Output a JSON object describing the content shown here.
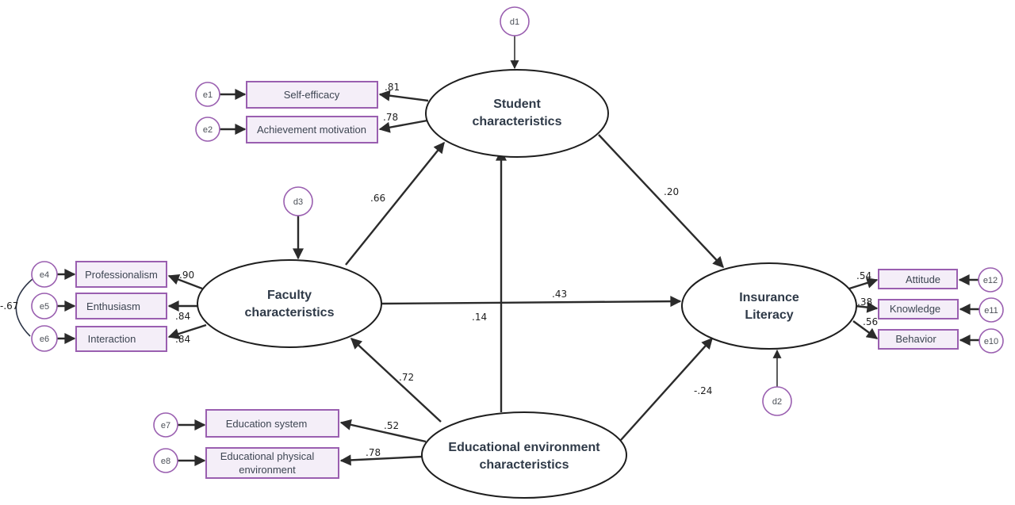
{
  "colors": {
    "observed_fill": "#f4eef8",
    "observed_stroke": "#9a5fb0",
    "error_stroke": "#9a5fb0",
    "latent_stroke": "#1e1e1e",
    "latent_text": "#2f3a48",
    "path": "#2b2b2b"
  },
  "latents": {
    "student": {
      "line1": "Student",
      "line2": "characteristics"
    },
    "faculty": {
      "line1": "Faculty",
      "line2": "characteristics"
    },
    "edu_env": {
      "line1": "Educational environment",
      "line2": "characteristics"
    },
    "insurance": {
      "line1": "Insurance",
      "line2": "Literacy"
    }
  },
  "disturbances": {
    "d1": "d1",
    "d2": "d2",
    "d3": "d3"
  },
  "observed": {
    "self_efficacy": "Self-efficacy",
    "achievement_motivation": "Achievement motivation",
    "professionalism": "Professionalism",
    "enthusiasm": "Enthusiasm",
    "interaction": "Interaction",
    "education_system": "Education system",
    "edu_physical_line1": "Educational physical",
    "edu_physical_line2": "environment",
    "attitude": "Attitude",
    "knowledge": "Knowledge",
    "behavior": "Behavior"
  },
  "errors": {
    "e1": "e1",
    "e2": "e2",
    "e4": "e4",
    "e5": "e5",
    "e6": "e6",
    "e7": "e7",
    "e8": "e8",
    "e10": "e10",
    "e11": "e11",
    "e12": "e12"
  },
  "coefficients": {
    "self_efficacy": ".81",
    "achievement_motivation": ".78",
    "professionalism": ".90",
    "enthusiasm": ".84",
    "interaction": ".84",
    "e4_e6_covariance": "-.67",
    "education_system": ".52",
    "edu_physical": ".78",
    "attitude": ".54",
    "knowledge": ".38",
    "behavior": ".56",
    "faculty_to_student": ".66",
    "student_to_insurance": ".20",
    "faculty_to_insurance": ".43",
    "eduenv_to_student": ".14",
    "eduenv_to_faculty": ".72",
    "eduenv_to_insurance": "-.24"
  }
}
